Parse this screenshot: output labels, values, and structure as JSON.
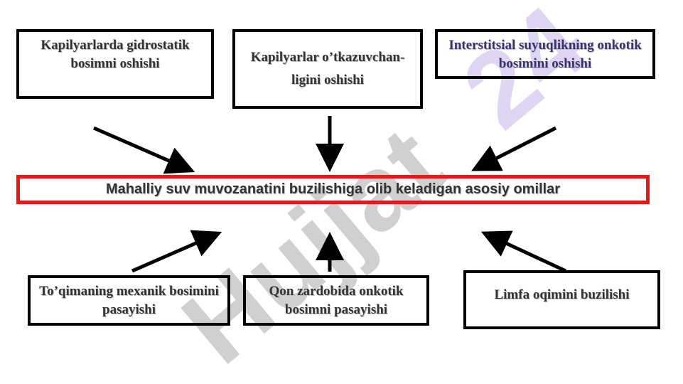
{
  "watermark": {
    "text": "Hujjat 24",
    "color_gray": "#c8c8c8",
    "color_purple": "#dcd2f2"
  },
  "causes_top": [
    {
      "id": "top-left",
      "text": "Kapilyarlarda gidrostatik bosimni oshishi"
    },
    {
      "id": "top-center",
      "text": "Kapilyarlar o’tkazuvchan-ligini oshishi"
    },
    {
      "id": "top-right",
      "text": "Interstitsial suyuqlikning onkotik bosimini oshishi"
    }
  ],
  "central": {
    "text": "Mahalliy suv muvozanatini buzilishiga olib keladigan asosiy omillar",
    "border_color": "#e21a1a"
  },
  "causes_bottom": [
    {
      "id": "bottom-left",
      "text": "To’qimaning mexanik bosimini pasayishi"
    },
    {
      "id": "bottom-center",
      "text": "Qon zardobida onkotik bosimni pasayishi"
    },
    {
      "id": "bottom-right",
      "text": "Limfa oqimini buzilishi"
    }
  ]
}
